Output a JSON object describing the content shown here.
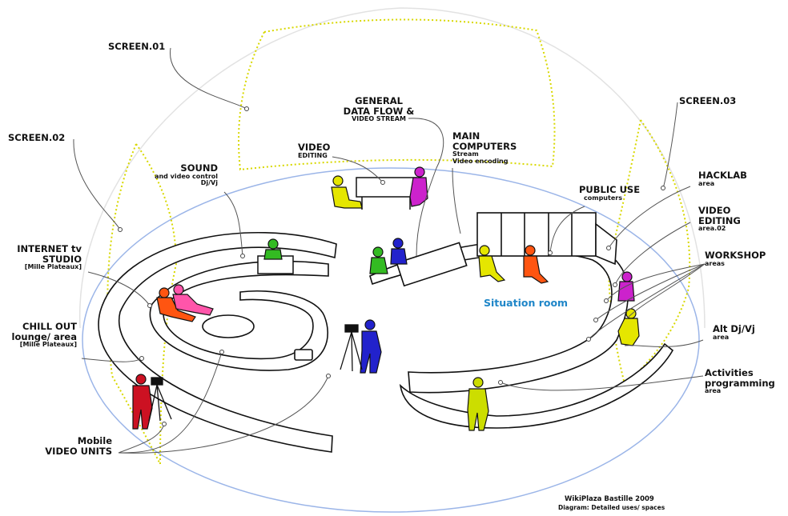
{
  "labels": {
    "screen01": "SCREEN.01",
    "screen02": "SCREEN.02",
    "screen03": "SCREEN.03",
    "general_l1": "GENERAL",
    "general_l2": "DATA FLOW &",
    "general_l3": "VIDEO STREAM",
    "video": "VIDEO",
    "video_sub": "EDITING",
    "main_l1": "MAIN",
    "main_l2": "COMPUTERS",
    "main_sub1": "Stream",
    "main_sub2": "Video encoding",
    "sound": "SOUND",
    "sound_sub1": "and  video control",
    "sound_sub2": "Dj/Vj",
    "public": "PUBLIC USE",
    "public_sub": "computers",
    "hacklab": "HACKLAB",
    "hacklab_sub": "area",
    "video2_l1": "VIDEO",
    "video2_l2": "EDITING",
    "video2_sub": "area.02",
    "workshop": "WORKSHOP",
    "workshop_sub": "areas",
    "internet_l1": "INTERNET tv",
    "internet_l2": "STUDIO",
    "internet_sub": "[Mille Plateaux]",
    "chill_l1": "CHILL OUT",
    "chill_l2": "lounge/ area",
    "chill_sub": "[Mille Plateaux]",
    "situation": "Situation room",
    "alt": "Alt Dj/Vj",
    "alt_sub": "area",
    "activities_l1": "Activities",
    "activities_l2": "programming",
    "activities_sub": "area",
    "mobile_l1": "Mobile",
    "mobile_l2": "VIDEO UNITS",
    "credit1": "WikiPlaza Bastille 2009",
    "credit2": "Diagram: Detailed uses/ spaces"
  },
  "colors": {
    "dome_outline": "#e2e2e2",
    "screen_dotted": "#d8d800",
    "floor_ellipse": "#9bb5e8",
    "situation_room": "#1f86c8",
    "yellow": "#e5e600",
    "magenta": "#cc22cc",
    "green": "#33bb22",
    "blue": "#2222cc",
    "orange": "#ff5511",
    "pink": "#ff55aa",
    "red": "#cc1122",
    "yellow_green": "#ccdd00"
  }
}
